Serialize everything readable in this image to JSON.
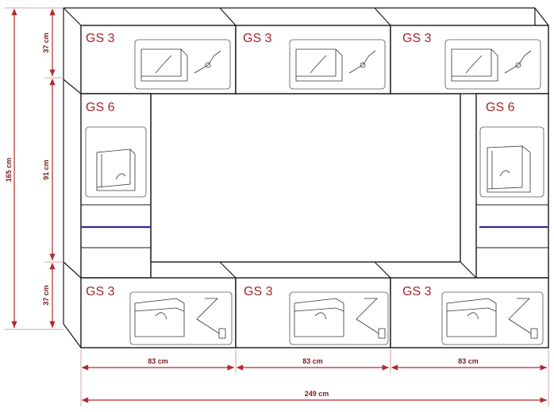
{
  "modules": {
    "top_left": "GS 3",
    "top_center": "GS 3",
    "top_right": "GS 3",
    "side_left": "GS 6",
    "side_right": "GS 6",
    "bottom_left": "GS 3",
    "bottom_center": "GS 3",
    "bottom_right": "GS 3"
  },
  "dimensions": {
    "total_height": "165 cm",
    "top_height": "37 cm",
    "middle_height": "91 cm",
    "bottom_height": "37 cm",
    "width_left": "83 cm",
    "width_center": "83 cm",
    "width_right": "83 cm",
    "total_width": "249 cm"
  },
  "colors": {
    "label": "#a3262a",
    "dimension_line": "#b02a2e",
    "led_strip": "#2b2f8f"
  }
}
